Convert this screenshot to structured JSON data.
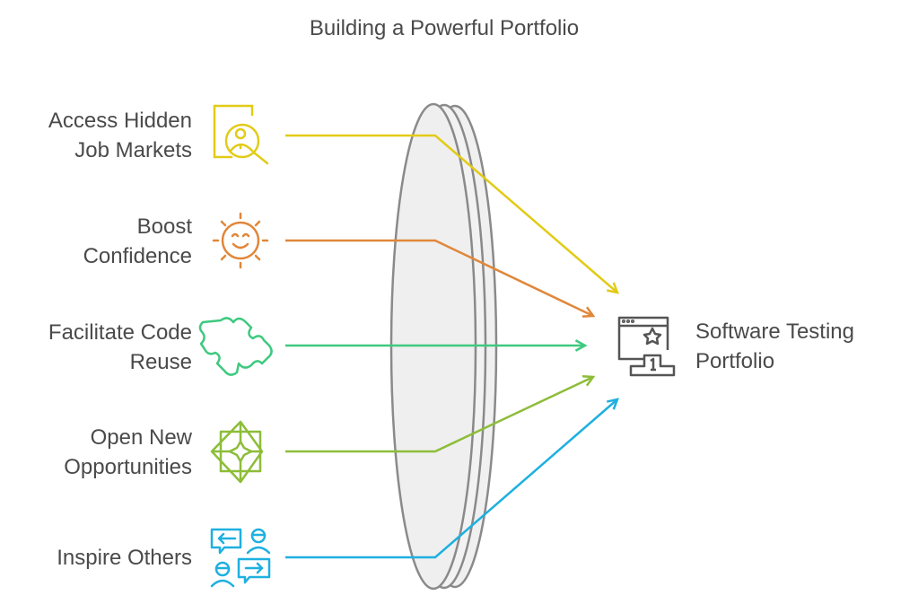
{
  "title": "Building a Powerful Portfolio",
  "inputs": [
    {
      "label_line1": "Access Hidden",
      "label_line2": "Job Markets",
      "icon": "person-search-icon",
      "color": "#e2cb17"
    },
    {
      "label_line1": "Boost",
      "label_line2": "Confidence",
      "icon": "smiling-sun-icon",
      "color": "#e0873a"
    },
    {
      "label_line1": "Facilitate Code",
      "label_line2": "Reuse",
      "icon": "puzzle-piece-icon",
      "color": "#3ec97f"
    },
    {
      "label_line1": "Open New",
      "label_line2": "Opportunities",
      "icon": "star-arrows-icon",
      "color": "#8dbd39"
    },
    {
      "label_line1": "Inspire Others",
      "label_line2": "",
      "icon": "people-chat-icon",
      "color": "#1eb0e0"
    }
  ],
  "target": {
    "line1": "Software Testing",
    "line2": "Portfolio",
    "icon": "browser-podium-icon"
  }
}
